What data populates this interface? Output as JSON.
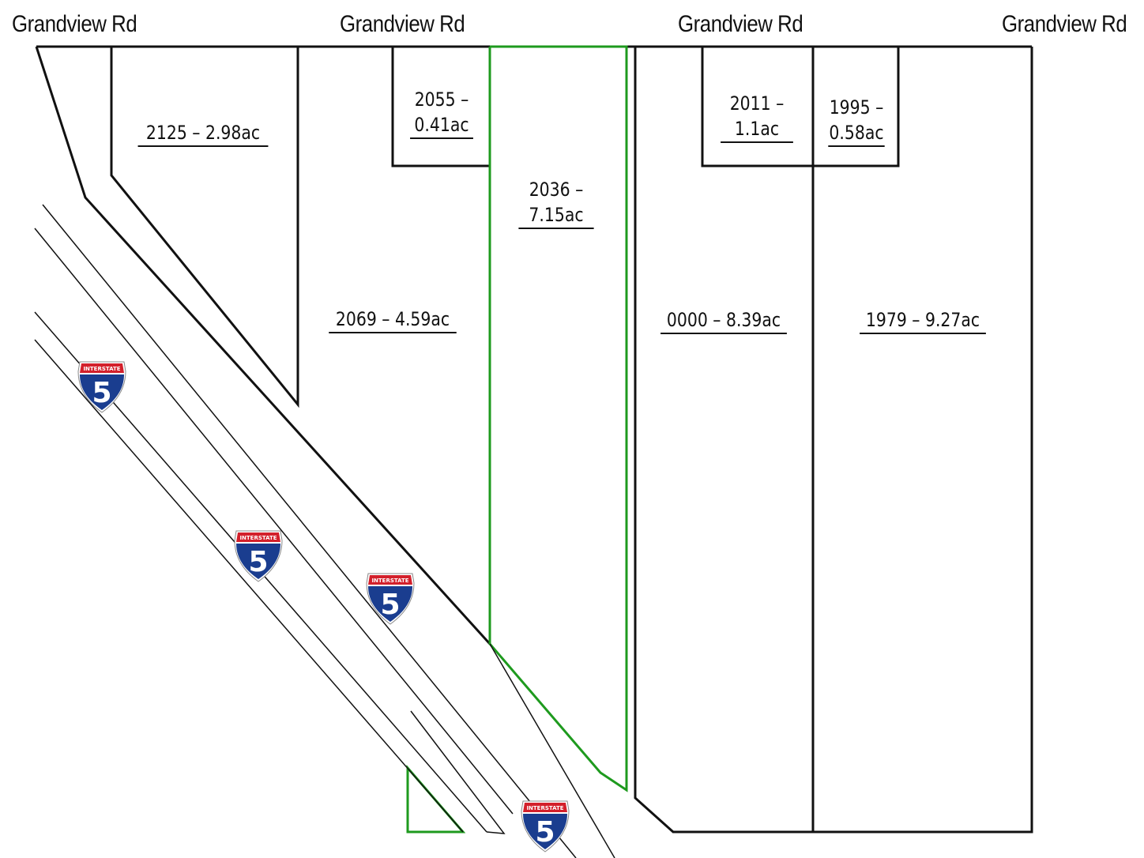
{
  "roads": {
    "top_labels": [
      "Grandview Rd",
      "Grandview Rd",
      "Grandview Rd",
      "Grandview Rd"
    ]
  },
  "parcels": [
    {
      "id": "2125",
      "label": "2125 – 2.98ac",
      "highlighted": false
    },
    {
      "id": "2055",
      "label": "2055 –\n0.41ac",
      "highlighted": false
    },
    {
      "id": "2069",
      "label": "2069 – 4.59ac",
      "highlighted": false
    },
    {
      "id": "2036",
      "label": "2036 –\n7.15ac",
      "highlighted": true
    },
    {
      "id": "2011",
      "label": "2011 –\n1.1ac",
      "highlighted": false
    },
    {
      "id": "1995",
      "label": "1995 –\n0.58ac",
      "highlighted": false
    },
    {
      "id": "0000",
      "label": "0000 – 8.39ac",
      "highlighted": false
    },
    {
      "id": "1979",
      "label": "1979 – 9.27ac",
      "highlighted": false
    }
  ],
  "highway": {
    "shield_top_text": "INTERSTATE",
    "shield_number": "5",
    "shield_count": 4
  },
  "colors": {
    "boundary": "#111111",
    "highlight": "#1e9a1e",
    "shield_blue": "#1a3d8f",
    "shield_red": "#d3202b"
  }
}
